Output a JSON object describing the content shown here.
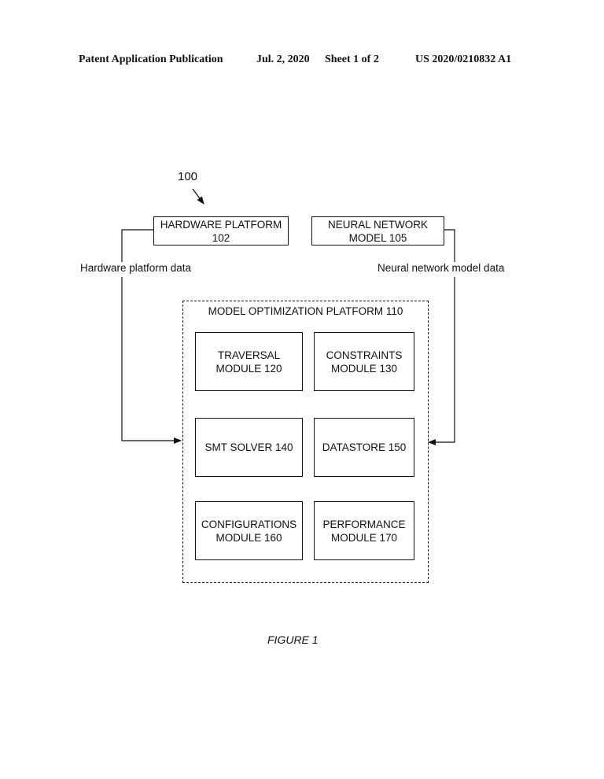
{
  "header": {
    "left": "Patent Application Publication",
    "date": "Jul. 2, 2020",
    "sheet": "Sheet 1 of 2",
    "number": "US 2020/0210832 A1"
  },
  "diagram": {
    "ref": "100",
    "hardware": {
      "line1": "HARDWARE PLATFORM",
      "line2": "102"
    },
    "neural": {
      "line1": "NEURAL NETWORK",
      "line2": "MODEL 105"
    },
    "hardware_data": "Hardware platform data",
    "neural_data": "Neural network model data",
    "platform_title": "MODEL OPTIMIZATION PLATFORM 110",
    "modules": {
      "traversal": {
        "line1": "TRAVERSAL",
        "line2": "MODULE 120"
      },
      "constraints": {
        "line1": "CONSTRAINTS",
        "line2": "MODULE 130"
      },
      "smt": {
        "line1": "SMT SOLVER 140"
      },
      "datastore": {
        "line1": "DATASTORE 150"
      },
      "configurations": {
        "line1": "CONFIGURATIONS",
        "line2": "MODULE 160"
      },
      "performance": {
        "line1": "PERFORMANCE",
        "line2": "MODULE 170"
      }
    }
  },
  "caption": "FIGURE 1"
}
